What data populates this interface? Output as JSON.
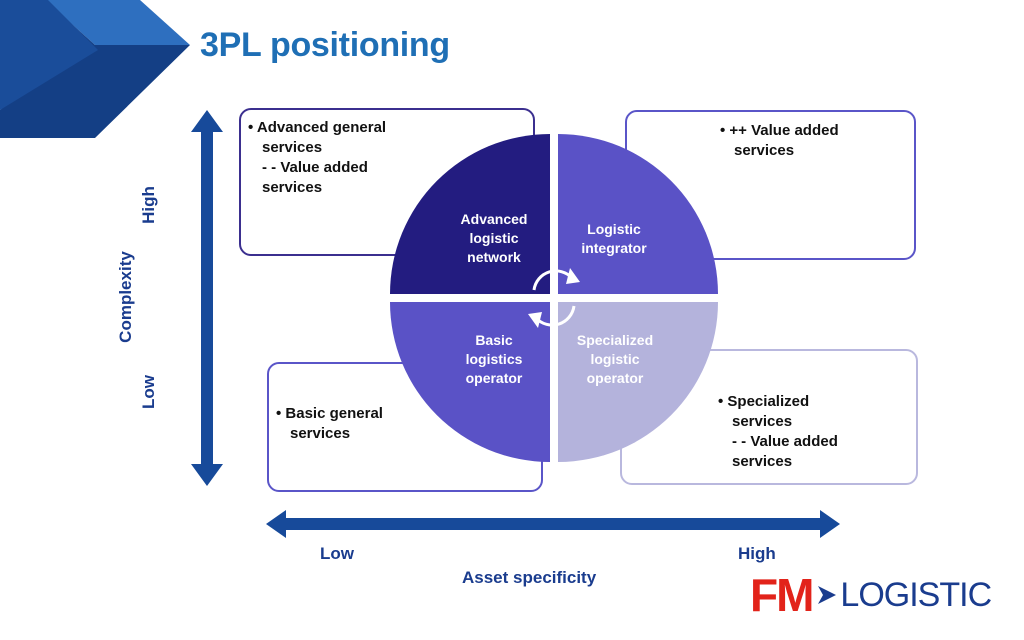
{
  "slide": {
    "title": "3PL positioning"
  },
  "boxes": {
    "top_left": {
      "line1": "• Advanced general",
      "line2": "services",
      "line3": "- - Value added",
      "line4": "services"
    },
    "top_right": {
      "line1": "• ++ Value added",
      "line2": "services"
    },
    "bottom_left": {
      "line1": "• Basic general",
      "line2": "services"
    },
    "bottom_right": {
      "line1": "• Specialized",
      "line2": "services",
      "line3": "- - Value added",
      "line4": "services"
    }
  },
  "quadrants": {
    "top_left": {
      "line1": "Advanced",
      "line2": "logistic",
      "line3": "network",
      "color": "#231c80"
    },
    "top_right": {
      "line1": "Logistic",
      "line2": "integrator",
      "color": "#5a52c6"
    },
    "bottom_left": {
      "line1": "Basic",
      "line2": "logistics",
      "line3": "operator",
      "color": "#5a52c6"
    },
    "bottom_right": {
      "line1": "Specialized",
      "line2": "logistic",
      "line3": "operator",
      "color": "#b4b3dc"
    }
  },
  "axes": {
    "vertical": {
      "name": "Complexity",
      "high": "High",
      "low": "Low"
    },
    "horizontal": {
      "name": "Asset specificity",
      "high": "High",
      "low": "Low"
    },
    "arrow_color": "#174a9a"
  },
  "logo": {
    "fm": "FM",
    "arrow": "›",
    "text": "LOGISTIC"
  }
}
